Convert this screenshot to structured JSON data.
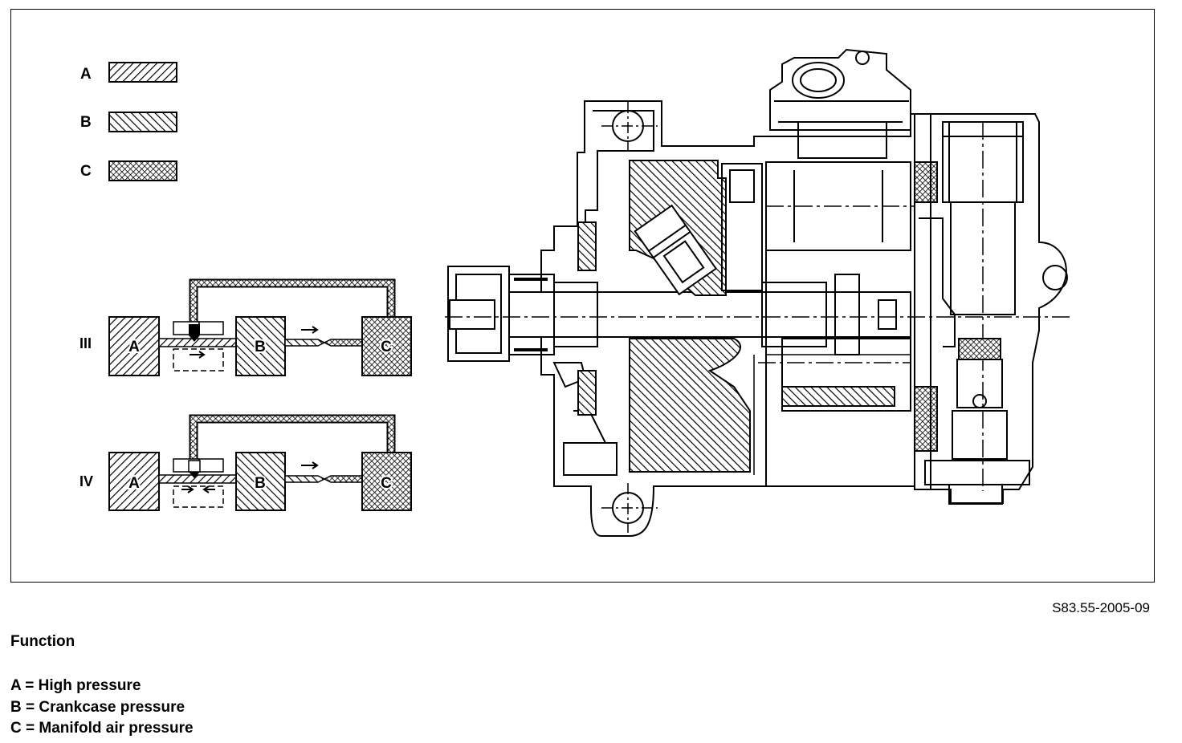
{
  "legend_keys": [
    {
      "letter": "A",
      "pattern": "hatch-fwd"
    },
    {
      "letter": "B",
      "pattern": "hatch-back"
    },
    {
      "letter": "C",
      "pattern": "crosshatch"
    }
  ],
  "schematics": [
    {
      "numeral": "III",
      "box_labels": [
        "A",
        "B",
        "C"
      ]
    },
    {
      "numeral": "IV",
      "box_labels": [
        "A",
        "B",
        "C"
      ]
    }
  ],
  "reference_code": "S83.55-2005-09",
  "caption": {
    "title": "Function",
    "legend": [
      "A = High pressure",
      "B = Crankcase pressure",
      "C = Manifold air pressure"
    ]
  }
}
